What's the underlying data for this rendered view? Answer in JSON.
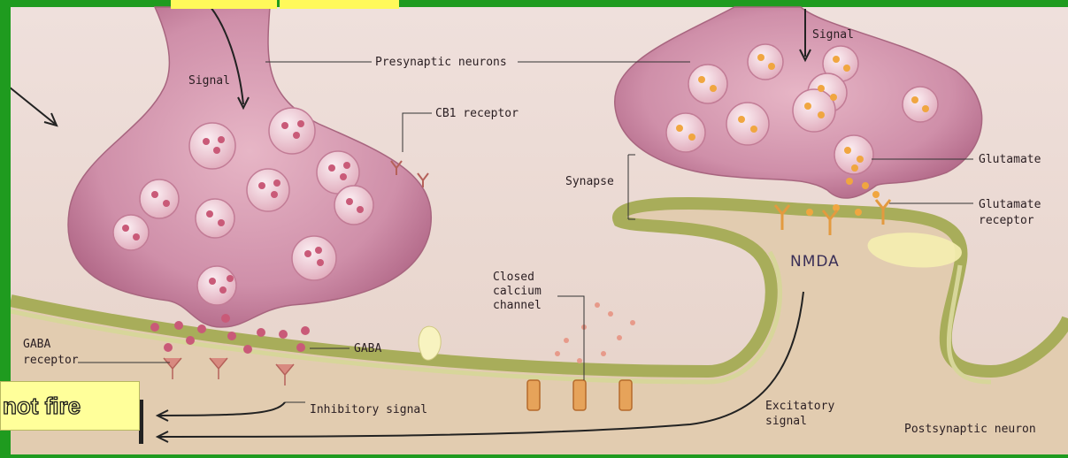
{
  "labels": {
    "signal_left": "Signal",
    "signal_right": "Signal",
    "presynaptic": "Presynaptic neurons",
    "cb1": "CB1 receptor",
    "synapse": "Synapse",
    "glutamate": "Glutamate",
    "glutamate_receptor_1": "Glutamate",
    "glutamate_receptor_2": "receptor",
    "nmda": "NMDA",
    "closed_1": "Closed",
    "closed_2": "calcium",
    "closed_3": "channel",
    "gaba": "GABA",
    "gaba_receptor_1": "GABA",
    "gaba_receptor_2": "receptor",
    "inhibitory": "Inhibitory signal",
    "excitatory_1": "Excitatory",
    "excitatory_2": "signal",
    "postsynaptic": "Postsynaptic neuron"
  },
  "overlay": {
    "fire_text": "not fire"
  },
  "colors": {
    "background_green": "#1f9b1f",
    "neuron_pink": "#c97f9d",
    "membrane_olive": "#a8ad5a",
    "highlight_yellow": "#ffff9a"
  }
}
